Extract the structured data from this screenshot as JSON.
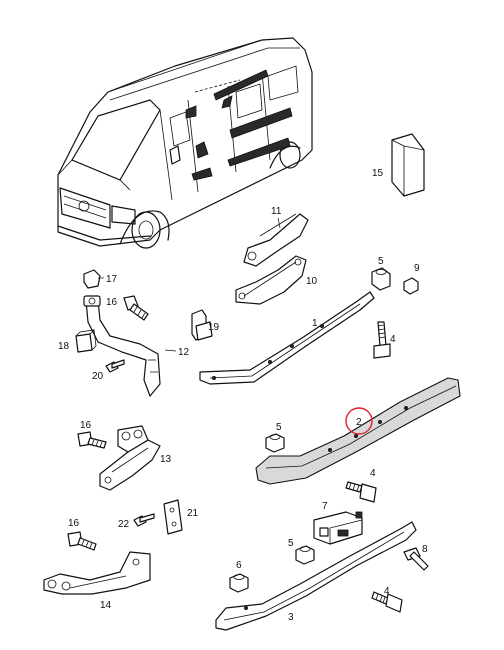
{
  "callouts": {
    "c1": "1",
    "c2": "2",
    "c3": "3",
    "c4a": "4",
    "c4b": "4",
    "c4c": "4",
    "c5a": "5",
    "c5b": "5",
    "c5c": "5",
    "c6": "6",
    "c7": "7",
    "c8": "8",
    "c9": "9",
    "c10": "10",
    "c11": "11",
    "c12": "12",
    "c13": "13",
    "c14": "14",
    "c15": "15",
    "c16a": "16",
    "c16b": "16",
    "c16c": "16",
    "c17": "17",
    "c18": "18",
    "c19": "19",
    "c20": "20",
    "c21": "21",
    "c22": "22"
  },
  "highlight": {
    "color": "#e0202a"
  },
  "colors": {
    "line": "#111111",
    "shade": "#d9d9d9",
    "dark": "#2a2a2a"
  }
}
